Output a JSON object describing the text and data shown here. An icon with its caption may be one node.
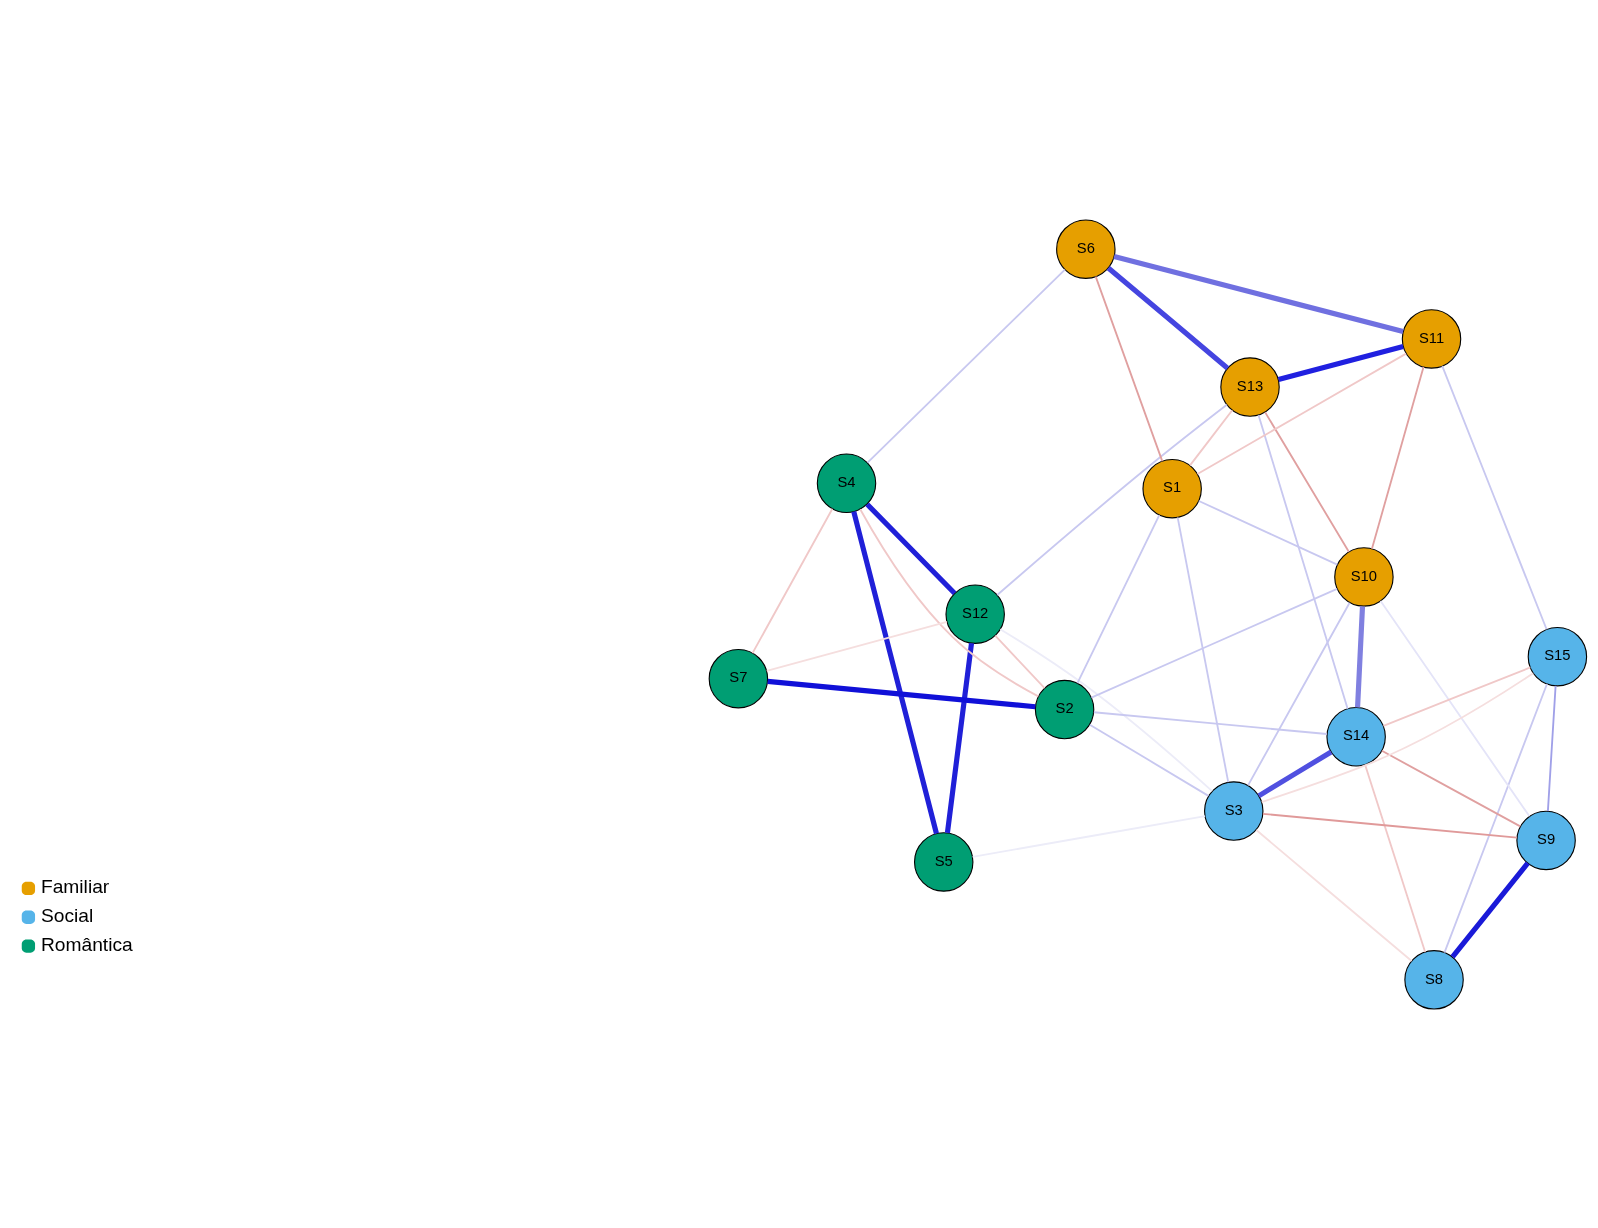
{
  "diagram": {
    "nodes": [
      {
        "text": [
          "S5"
        ]
      },
      {
        "text": [
          "S4"
        ]
      },
      {
        "text": [
          "S8"
        ]
      },
      {
        "text": [
          "S12"
        ]
      },
      {
        "text": [
          "S9"
        ]
      },
      {
        "text": [
          "S3"
        ]
      },
      {
        "text": [
          "S7"
        ]
      },
      {
        "text": [
          "S15"
        ]
      },
      {
        "text": [
          "S14"
        ]
      },
      {
        "text": [
          "S2"
        ]
      },
      {
        "text": [
          "S10"
        ]
      },
      {
        "text": [
          "S1"
        ]
      },
      {
        "text": [
          "S6"
        ]
      },
      {
        "text": [
          "S11"
        ]
      },
      {
        "text": [
          "S13"
        ]
      }
    ],
    "edges": [
      {
        "from": 0,
        "to": 1,
        "arrow": "none",
        "style": "thick",
        "color": "#2020d8"
      },
      {
        "from": 0,
        "to": 3,
        "arrow": "none",
        "style": "thick",
        "color": "#2020d8"
      },
      {
        "from": 1,
        "to": 3,
        "arrow": "none",
        "style": "thick",
        "color": "#2020d8"
      },
      {
        "from": 2,
        "to": 4,
        "arrow": "none",
        "style": "thick",
        "color": "#1a1ad8"
      },
      {
        "from": 9,
        "to": 6,
        "arrow": "none",
        "style": "thick",
        "color": "#1010d8"
      },
      {
        "from": 13,
        "to": 14,
        "arrow": "none",
        "style": "thick",
        "color": "#2020e0"
      },
      {
        "from": 5,
        "to": 8,
        "arrow": "none",
        "style": "thick",
        "color": "#5050e0"
      },
      {
        "from": 12,
        "to": 14,
        "arrow": "none",
        "style": "thick",
        "color": "#4545e0"
      },
      {
        "from": 12,
        "to": 13,
        "arrow": "none",
        "style": "thick",
        "color": "#7070e0"
      },
      {
        "from": 8,
        "to": 10,
        "arrow": "none",
        "style": "thick",
        "color": "#8080e0"
      },
      {
        "from": 4,
        "to": 7,
        "arrow": "none",
        "color": "#a0a0e8"
      },
      {
        "from": 4,
        "to": 5,
        "arrow": "none",
        "color": "#e09a9a"
      },
      {
        "from": 4,
        "to": 8,
        "arrow": "none",
        "color": "#e0a0a0"
      },
      {
        "from": 2,
        "to": 8,
        "arrow": "none",
        "color": "#f0c8c8"
      },
      {
        "from": 2,
        "to": 7,
        "arrow": "none"
      },
      {
        "from": 5,
        "to": 9,
        "arrow": "none"
      },
      {
        "from": 8,
        "to": 9,
        "arrow": "none"
      },
      {
        "from": 7,
        "to": 8,
        "arrow": "none",
        "color": "#f0c8c8"
      },
      {
        "from": 7,
        "to": 5,
        "arrow": "none",
        "color": "#f5dede"
      },
      {
        "from": 7,
        "to": 13,
        "arrow": "none"
      },
      {
        "from": 9,
        "to": 11,
        "arrow": "none"
      },
      {
        "from": 9,
        "to": 10,
        "arrow": "none"
      },
      {
        "from": 5,
        "to": 11,
        "arrow": "none"
      },
      {
        "from": 8,
        "to": 14,
        "arrow": "none"
      },
      {
        "from": 5,
        "to": 10,
        "arrow": "none"
      },
      {
        "from": 10,
        "to": 11,
        "arrow": "none"
      },
      {
        "from": 12,
        "to": 11,
        "arrow": "none",
        "color": "#e0a0a0"
      },
      {
        "from": 11,
        "to": 13,
        "arrow": "none",
        "color": "#f0c8c8"
      },
      {
        "from": 11,
        "to": 14,
        "arrow": "none",
        "color": "#f0c8c8"
      },
      {
        "from": 10,
        "to": 13,
        "arrow": "none",
        "color": "#e0a0a0"
      },
      {
        "from": 10,
        "to": 14,
        "arrow": "none",
        "color": "#e0a0a0"
      },
      {
        "from": 3,
        "to": 9,
        "arrow": "none",
        "color": "#f0c8c8"
      },
      {
        "from": 1,
        "to": 9,
        "arrow": "none",
        "color": "#f0c8c8"
      },
      {
        "from": 1,
        "to": 6,
        "arrow": "none",
        "color": "#f0c8c8"
      },
      {
        "from": 3,
        "to": 6,
        "arrow": "none",
        "color": "#f5dede"
      },
      {
        "from": 3,
        "to": 14,
        "arrow": "none"
      },
      {
        "from": 1,
        "to": 12,
        "arrow": "none"
      },
      {
        "from": 3,
        "to": 5,
        "arrow": "none",
        "color": "#ececf8"
      },
      {
        "from": 0,
        "to": 5,
        "arrow": "none",
        "color": "#ececf8"
      },
      {
        "from": 2,
        "to": 5,
        "arrow": "none",
        "color": "#f5dede"
      },
      {
        "from": 4,
        "to": 10,
        "arrow": "none",
        "color": "#e4e4f8"
      }
    ],
    "legend": [
      {
        "text": "Familiar",
        "color": "#e69f00"
      },
      {
        "text": "Social",
        "color": "#56b4e9"
      },
      {
        "text": "Romântica",
        "color": "#009e73"
      }
    ]
  }
}
